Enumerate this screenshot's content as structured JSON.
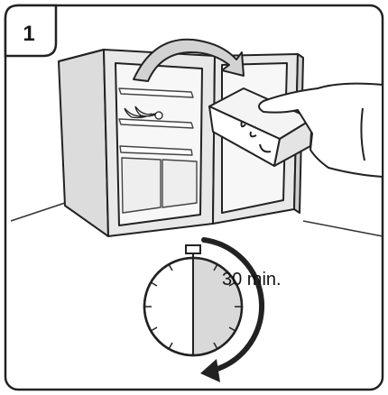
{
  "step": {
    "number": "1"
  },
  "timer": {
    "duration_label": "30 min.",
    "elapsed_fraction": 0.5,
    "direction": "clockwise"
  },
  "colors": {
    "outline": "#222222",
    "appliance_fill": "#e6e6e6",
    "appliance_shade": "#cfcfcf",
    "clock_shade": "#d9d9d9",
    "wall_line": "#333333"
  },
  "icons": [
    "refrigerator-icon",
    "door-swing-arrow-icon",
    "baking-soda-box-icon",
    "hand-icon",
    "bananas-icon",
    "stopwatch-icon",
    "timer-arrow-icon"
  ]
}
